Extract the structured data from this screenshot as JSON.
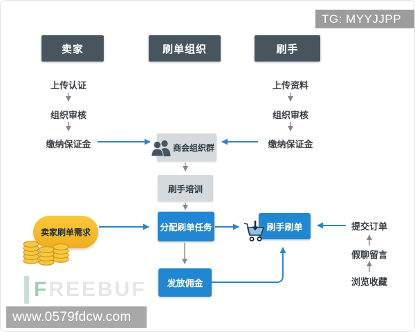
{
  "badge": {
    "label": "TG: MYYJJPP"
  },
  "actors": {
    "seller": "卖家",
    "organization": "刷单组织",
    "brusher": "刷手"
  },
  "seller_steps": [
    "上传认证",
    "组织审核",
    "缴纳保证金"
  ],
  "brusher_steps": [
    "上传资料",
    "组织审核",
    "缴纳保证金"
  ],
  "process": {
    "group": "商会组织群",
    "training": "刷手培训",
    "assign": "分配刷单任务",
    "commission": "发放佣金",
    "brush": "刷手刷单"
  },
  "demand": {
    "label": "卖家刷单需求"
  },
  "order_steps": [
    "提交订单",
    "假聊留言",
    "浏览收藏"
  ],
  "icons": {
    "group": "people-group-icon",
    "cart": "shopping-cart-icon",
    "coins": "coin-stack-icon"
  },
  "watermark": {
    "brand": "FREEBUF",
    "url": "www.0579fdcw.com"
  },
  "colors": {
    "node_dark": "#47555f",
    "node_blue": "#2287d2",
    "node_gray": "#d6dadd",
    "bubble_gold": "#f3bb2a",
    "arrow_blue": "#2e85c5",
    "arrow_gray": "#85898e",
    "badge_gray": "#9c9c9c"
  }
}
